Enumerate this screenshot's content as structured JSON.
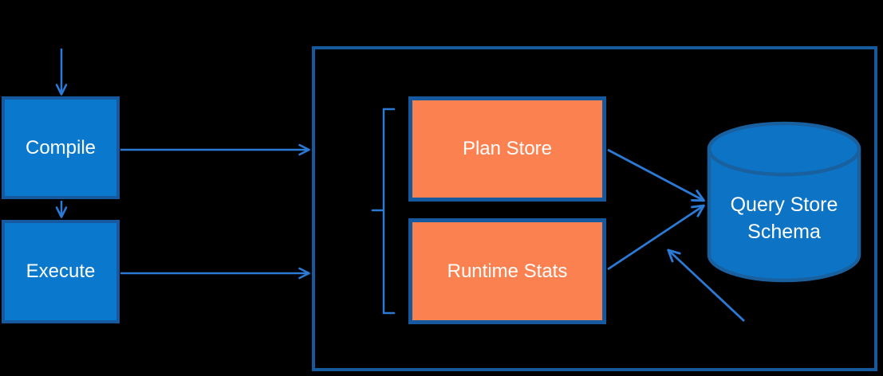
{
  "diagram": {
    "background_color": "#000000",
    "nodes": {
      "compile": {
        "label": "Compile",
        "shape": "rectangle",
        "fill": "#0a78cc"
      },
      "execute": {
        "label": "Execute",
        "shape": "rectangle",
        "fill": "#0a78cc"
      },
      "plan_store": {
        "label": "Plan Store",
        "shape": "rectangle",
        "fill": "#fc8150"
      },
      "runtime_stats": {
        "label": "Runtime Stats",
        "shape": "rectangle",
        "fill": "#fc8150"
      },
      "query_store_schema": {
        "label_line1": "Query Store",
        "label_line2": "Schema",
        "shape": "database-cylinder",
        "fill": "#0d73c4"
      },
      "query_store_container": {
        "label": "",
        "shape": "outlined-rectangle"
      },
      "brace": {
        "shape": "angular-left-brace",
        "groups": [
          "plan_store",
          "runtime_stats"
        ]
      }
    },
    "arrows": [
      {
        "name": "arrow-into-compile",
        "from": "external-top",
        "to": "compile"
      },
      {
        "name": "arrow-compile-to-execute",
        "from": "compile",
        "to": "execute"
      },
      {
        "name": "arrow-compile-to-container",
        "from": "compile",
        "to": "query_store_container"
      },
      {
        "name": "arrow-execute-to-container",
        "from": "execute",
        "to": "query_store_container"
      },
      {
        "name": "arrow-plan-store-to-schema",
        "from": "plan_store",
        "to": "query_store_schema"
      },
      {
        "name": "arrow-runtime-stats-to-schema",
        "from": "runtime_stats",
        "to": "query_store_schema"
      },
      {
        "name": "arrow-pointer-from-bottom-right",
        "from": "external-bottom-right",
        "to": "runtime-stats-to-schema-path"
      }
    ],
    "colors": {
      "blue_box_fill": "#0a78cc",
      "box_border": "#17599f",
      "orange_box_fill": "#fc8150",
      "container_border": "#155a9d",
      "arrow_stroke": "#2b7ad5",
      "cylinder_fill": "#0d73c4",
      "cylinder_border": "#19609f",
      "label_text": "#ffffff"
    }
  }
}
